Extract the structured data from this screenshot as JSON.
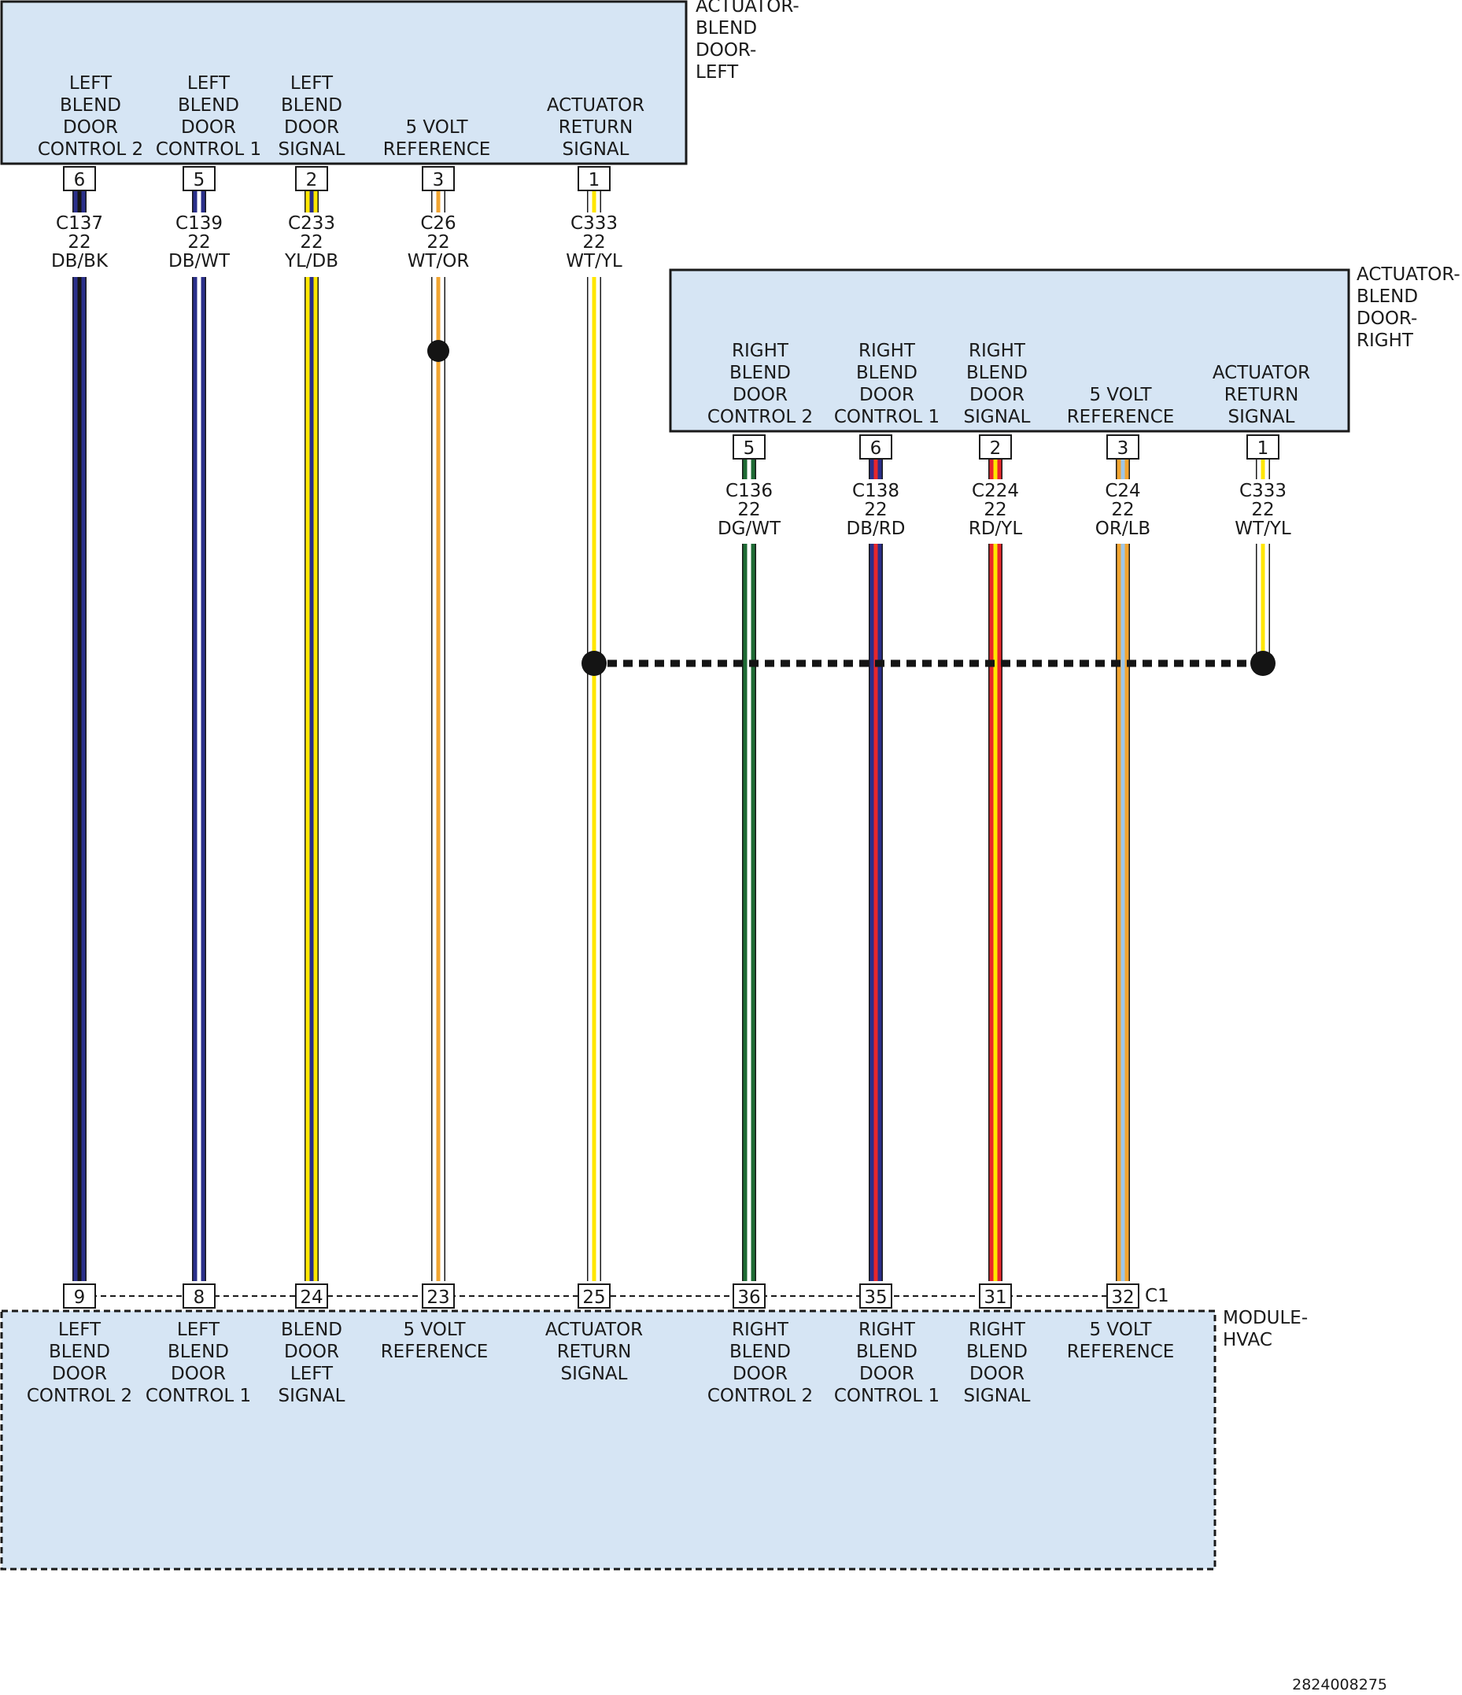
{
  "colors": {
    "box_fill": "#d6e5f4",
    "line": "#1a1a1a",
    "DB": "#2a2f8a",
    "BK": "#141414",
    "WT": "#ffffff",
    "YL": "#ffe600",
    "OR": "#f2a531",
    "DG": "#1e6b34",
    "RD": "#e8262b",
    "LB": "#9cc6ea"
  },
  "left_actuator": {
    "title": [
      "ACTUATOR-",
      "BLEND",
      "DOOR-",
      "LEFT"
    ],
    "circuits": [
      {
        "label": [
          "LEFT",
          "BLEND",
          "DOOR",
          "CONTROL 2"
        ],
        "pin": "6",
        "circuit": "C137",
        "gauge": "22",
        "color_code": "DB/BK",
        "base": "DB",
        "tracer": "BK",
        "module_pin": "9"
      },
      {
        "label": [
          "LEFT",
          "BLEND",
          "DOOR",
          "CONTROL 1"
        ],
        "pin": "5",
        "circuit": "C139",
        "gauge": "22",
        "color_code": "DB/WT",
        "base": "DB",
        "tracer": "WT",
        "module_pin": "8"
      },
      {
        "label": [
          "LEFT",
          "BLEND",
          "DOOR",
          "SIGNAL"
        ],
        "pin": "2",
        "circuit": "C233",
        "gauge": "22",
        "color_code": "YL/DB",
        "base": "YL",
        "tracer": "DB",
        "module_pin": "24"
      },
      {
        "label": [
          "5 VOLT",
          "REFERENCE"
        ],
        "pin": "3",
        "circuit": "C26",
        "gauge": "22",
        "color_code": "WT/OR",
        "base": "WT",
        "tracer": "OR",
        "module_pin": "23"
      },
      {
        "label": [
          "ACTUATOR",
          "RETURN",
          "SIGNAL"
        ],
        "pin": "1",
        "circuit": "C333",
        "gauge": "22",
        "color_code": "WT/YL",
        "base": "WT",
        "tracer": "YL",
        "module_pin": "25"
      }
    ]
  },
  "right_actuator": {
    "title": [
      "ACTUATOR-",
      "BLEND",
      "DOOR-",
      "RIGHT"
    ],
    "circuits": [
      {
        "label": [
          "RIGHT",
          "BLEND",
          "DOOR",
          "CONTROL 2"
        ],
        "pin": "5",
        "circuit": "C136",
        "gauge": "22",
        "color_code": "DG/WT",
        "base": "DG",
        "tracer": "WT",
        "module_pin": "36"
      },
      {
        "label": [
          "RIGHT",
          "BLEND",
          "DOOR",
          "CONTROL 1"
        ],
        "pin": "6",
        "circuit": "C138",
        "gauge": "22",
        "color_code": "DB/RD",
        "base": "DB",
        "tracer": "RD",
        "module_pin": "35"
      },
      {
        "label": [
          "RIGHT",
          "BLEND",
          "DOOR",
          "SIGNAL"
        ],
        "pin": "2",
        "circuit": "C224",
        "gauge": "22",
        "color_code": "RD/YL",
        "base": "RD",
        "tracer": "YL",
        "module_pin": "31"
      },
      {
        "label": [
          "5 VOLT",
          "REFERENCE"
        ],
        "pin": "3",
        "circuit": "C24",
        "gauge": "22",
        "color_code": "OR/LB",
        "base": "OR",
        "tracer": "LB",
        "module_pin": "32"
      },
      {
        "label": [
          "ACTUATOR",
          "RETURN",
          "SIGNAL"
        ],
        "pin": "1",
        "circuit": "C333",
        "gauge": "22",
        "color_code": "WT/YL",
        "base": "WT",
        "tracer": "YL"
      }
    ]
  },
  "module": {
    "title": [
      "MODULE-",
      "HVAC"
    ],
    "connector": "C1",
    "labels": [
      [
        "LEFT",
        "BLEND",
        "DOOR",
        "CONTROL 2"
      ],
      [
        "LEFT",
        "BLEND",
        "DOOR",
        "CONTROL 1"
      ],
      [
        "BLEND",
        "DOOR",
        "LEFT",
        "SIGNAL"
      ],
      [
        "5 VOLT",
        "REFERENCE"
      ],
      [
        "ACTUATOR",
        "RETURN",
        "SIGNAL"
      ],
      [
        "RIGHT",
        "BLEND",
        "DOOR",
        "CONTROL 2"
      ],
      [
        "RIGHT",
        "BLEND",
        "DOOR",
        "CONTROL 1"
      ],
      [
        "RIGHT",
        "BLEND",
        "DOOR",
        "SIGNAL"
      ],
      [
        "5 VOLT",
        "REFERENCE"
      ]
    ]
  },
  "figure_id": "2824008275"
}
